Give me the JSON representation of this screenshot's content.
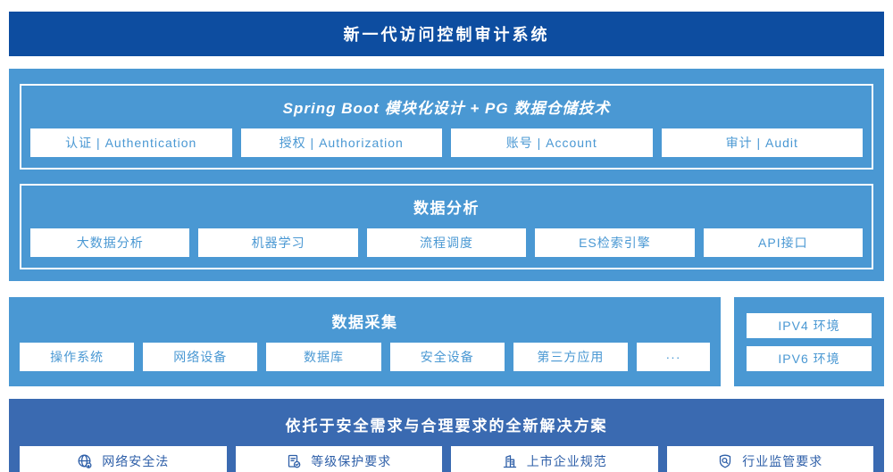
{
  "colors": {
    "banner_bg": "#0d4da0",
    "light_blue": "#4a98d3",
    "solution_bg": "#3a6ab1",
    "light_box_text": "#4a98d3",
    "solution_box_text": "#2e5fa8",
    "border_white": "#ffffff"
  },
  "banner": {
    "title": "新一代访问控制审计系统"
  },
  "platform": {
    "modules_section": {
      "title": "Spring Boot 模块化设计 + PG 数据仓储技术",
      "items": [
        "认证 | Authentication",
        "授权 | Authorization",
        "账号 | Account",
        "审计 | Audit"
      ]
    },
    "analysis_section": {
      "title": "数据分析",
      "items": [
        "大数据分析",
        "机器学习",
        "流程调度",
        "ES检索引擎",
        "API接口"
      ]
    }
  },
  "collection": {
    "title": "数据采集",
    "items": [
      "操作系统",
      "网络设备",
      "数据库",
      "安全设备",
      "第三方应用",
      "···"
    ]
  },
  "environments": {
    "items": [
      "IPV4 环境",
      "IPV6 环境"
    ]
  },
  "solution": {
    "title": "依托于安全需求与合理要求的全新解决方案",
    "items": [
      {
        "icon": "globe-icon",
        "label": "网络安全法"
      },
      {
        "icon": "document-check-icon",
        "label": "等级保护要求"
      },
      {
        "icon": "building-icon",
        "label": "上市企业规范"
      },
      {
        "icon": "shield-search-icon",
        "label": "行业监管要求"
      }
    ]
  }
}
